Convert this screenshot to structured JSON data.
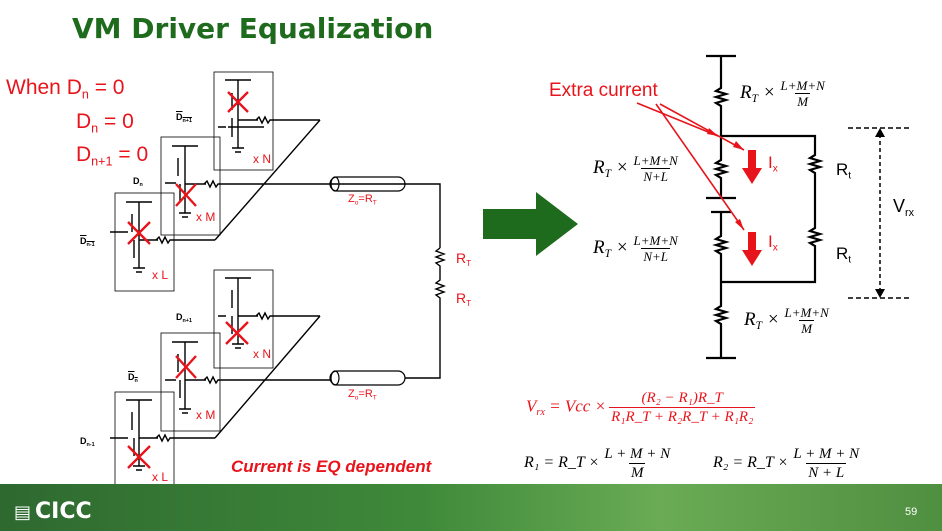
{
  "title": "VM Driver Equalization",
  "conditions": {
    "line1": "When D",
    "line1_sub": "n",
    "line1_val": " = 0",
    "line2": "D",
    "line2_sub": "n",
    "line2_val": " = 0",
    "line3": "D",
    "line3_sub": "n+1",
    "line3_val": " = 0"
  },
  "pins": {
    "dn1_bar": "D",
    "dn1_bar_sub": "n+1",
    "dn": "D",
    "dn_sub": "n",
    "dnm1_bar": "D",
    "dnm1_bar_sub": "n-1"
  },
  "multipliers": {
    "n": "x N",
    "m": "x M",
    "l": "x L"
  },
  "line_label": {
    "main": "Z",
    "sub": "o",
    "rest": "=R",
    "rest_sub": "T"
  },
  "termination": {
    "main": "R",
    "sub": "T"
  },
  "extra_current": "Extra current",
  "ix_label": {
    "main": "I",
    "sub": "x"
  },
  "rt_label": {
    "main": "R",
    "sub": "t"
  },
  "vrx_label": {
    "main": "V",
    "sub": "rx"
  },
  "rt_factor": {
    "main": "R",
    "sub": "T",
    "times": " ×"
  },
  "fractions": {
    "top_num": "L+M+N",
    "top_den": "M",
    "mid_num": "L+M+N",
    "mid_den": "N+L",
    "bot_num": "L+M+N",
    "bot_den": "M"
  },
  "equation": {
    "lhs": "V",
    "lhs_sub": "rx",
    "mid": " = Vcc ×",
    "num": "(R₂ − R₁)R_T",
    "den": "R₁R_T + R₂R_T + R₁R₂",
    "r1_lhs": "R₁ = R_T ×",
    "r1_num": "L + M + N",
    "r1_den": "M",
    "r2_lhs": "R₂ = R_T ×",
    "r2_num": "L + M + N",
    "r2_den": "N + L"
  },
  "current_note": "Current is EQ dependent",
  "logo": "CICC",
  "page_number": "59",
  "colors": {
    "title": "#1e6b1e",
    "accent": "#e8141b",
    "arrow": "#1e6b1e",
    "footer": "#3f8a3a"
  }
}
